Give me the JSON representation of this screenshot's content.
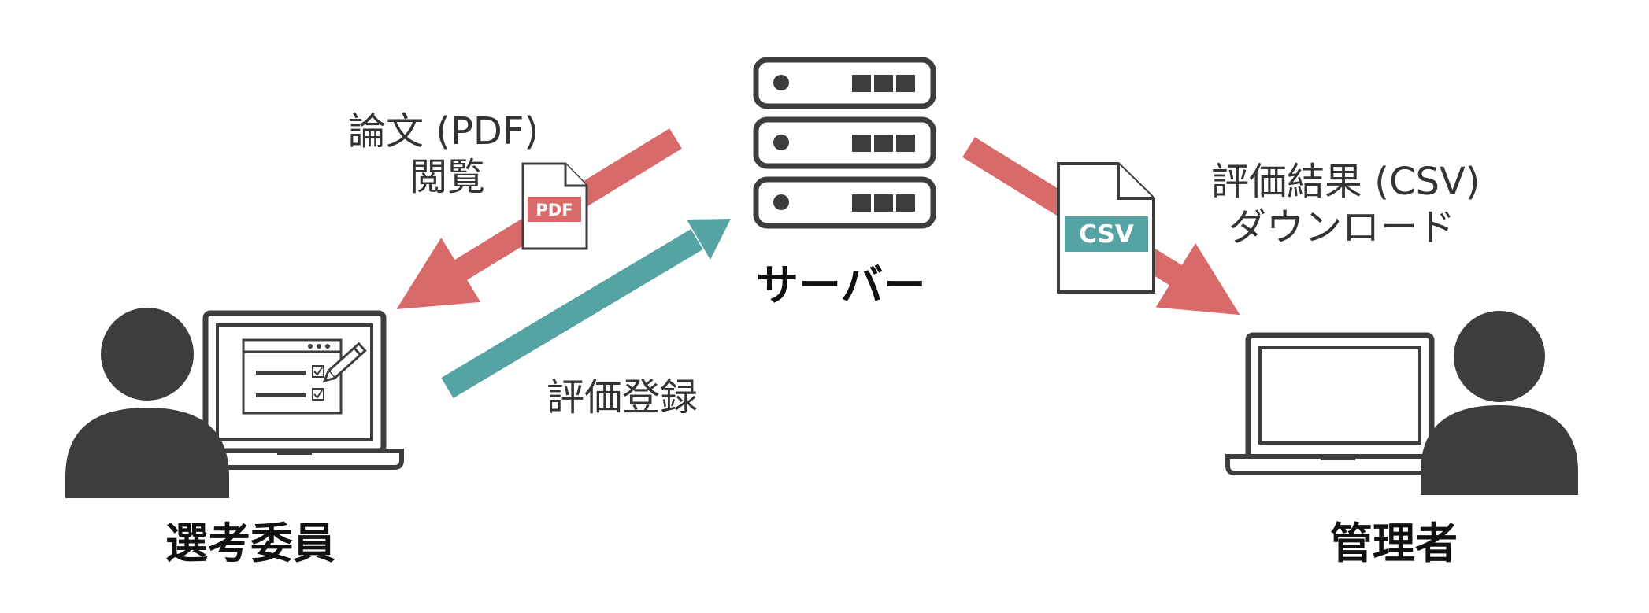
{
  "labels": {
    "server": "サーバー",
    "reviewer": "選考委員",
    "admin": "管理者",
    "pdf_view_line1": "論文 (PDF)",
    "pdf_view_line2": "閲覧",
    "register": "評価登録",
    "csv_line1": "評価結果 (CSV)",
    "csv_line2": "ダウンロード"
  },
  "files": {
    "pdf_badge": "PDF",
    "csv_badge": "CSV"
  },
  "colors": {
    "red_arrow": "#d96a6a",
    "teal_arrow": "#55a3a3",
    "dark": "#3d3d3d",
    "pdf_badge": "#d96a6a",
    "csv_badge": "#55a3a3"
  },
  "icons": [
    "server-rack-icon",
    "person-icon",
    "laptop-icon",
    "pdf-file-icon",
    "csv-file-icon",
    "form-pencil-icon"
  ]
}
